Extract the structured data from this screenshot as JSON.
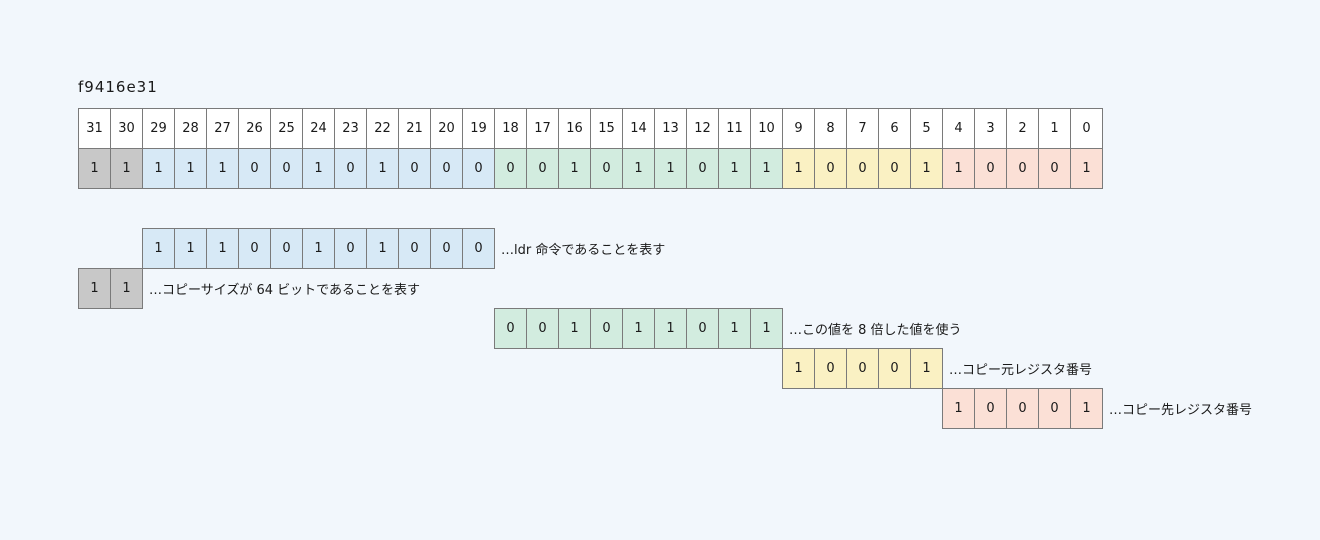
{
  "instruction_hex": "f9416e31",
  "colors": {
    "header": "#ffffff",
    "size_field": "#c8c8c8",
    "opcode_field": "#d7e9f6",
    "offset_field": "#d2ecdf",
    "source_field": "#faf1c3",
    "dest_field": "#fbe0d6"
  },
  "bit_numbers": [
    "31",
    "30",
    "29",
    "28",
    "27",
    "26",
    "25",
    "24",
    "23",
    "22",
    "21",
    "20",
    "19",
    "18",
    "17",
    "16",
    "15",
    "14",
    "13",
    "12",
    "11",
    "10",
    "9",
    "8",
    "7",
    "6",
    "5",
    "4",
    "3",
    "2",
    "1",
    "0"
  ],
  "bit_values": [
    "1",
    "1",
    "1",
    "1",
    "1",
    "0",
    "0",
    "1",
    "0",
    "1",
    "0",
    "0",
    "0",
    "0",
    "0",
    "1",
    "0",
    "1",
    "1",
    "0",
    "1",
    "1",
    "1",
    "0",
    "0",
    "0",
    "1",
    "1",
    "0",
    "0",
    "0",
    "1"
  ],
  "fields": [
    {
      "key": "opcode",
      "bits": [
        "1",
        "1",
        "1",
        "0",
        "0",
        "1",
        "0",
        "1",
        "0",
        "0",
        "0"
      ],
      "description": "…ldr 命令であることを表す"
    },
    {
      "key": "size",
      "bits": [
        "1",
        "1"
      ],
      "description": "…コピーサイズが 64 ビットであることを表す"
    },
    {
      "key": "offset",
      "bits": [
        "0",
        "0",
        "1",
        "0",
        "1",
        "1",
        "0",
        "1",
        "1"
      ],
      "description": "…この値を 8 倍した値を使う"
    },
    {
      "key": "source",
      "bits": [
        "1",
        "0",
        "0",
        "0",
        "1"
      ],
      "description": "…コピー元レジスタ番号"
    },
    {
      "key": "dest",
      "bits": [
        "1",
        "0",
        "0",
        "0",
        "1"
      ],
      "description": "…コピー先レジスタ番号"
    }
  ]
}
